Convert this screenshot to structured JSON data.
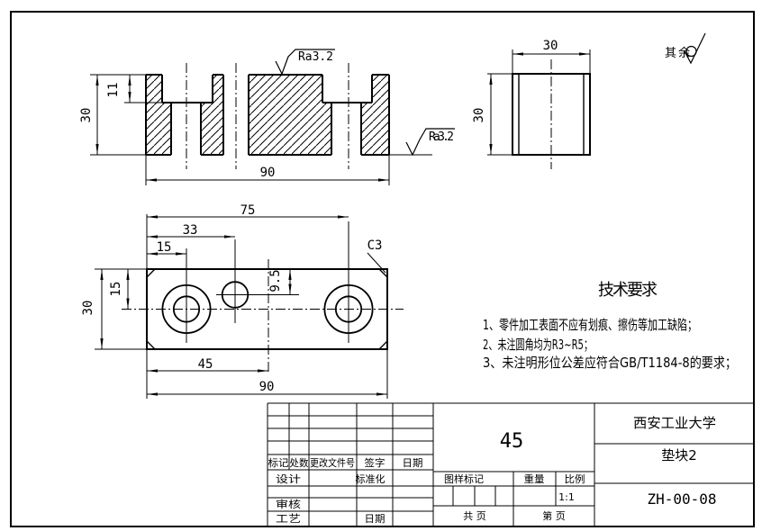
{
  "colors": {
    "ink": "#000000",
    "paper": "#ffffff"
  },
  "surface_note": {
    "prefix": "其余"
  },
  "front_view": {
    "dim_height": "30",
    "dim_counterbore_depth": "11",
    "dim_width": "90",
    "roughness_top": "Ra3.2",
    "roughness_bottom": "Ra3.2"
  },
  "side_view": {
    "dim_width": "30",
    "dim_height": "30"
  },
  "plan_view": {
    "dim_right_hole": "75",
    "dim_small_hole": "33",
    "dim_left_hole": "15",
    "dim_center_offset": "15",
    "dim_height": "30",
    "dim_small_hole_offset": "9.5",
    "dim_mid": "45",
    "dim_width": "90",
    "chamfer": "C3"
  },
  "tech_requirements": {
    "title": "技术要求",
    "items": [
      "1、零件加工表面不应有划痕、擦伤等加工缺陷；",
      "2、未注圆角均为R3~R5；",
      "3、未注明形位公差应符合GB/T1184-8的要求；"
    ]
  },
  "title_block": {
    "rev_headers": {
      "mark": "标记",
      "count": "处数",
      "doc_no": "更改文件号",
      "sign": "签字",
      "date": "日期"
    },
    "design": "设计",
    "standardize": "标准化",
    "check": "审核",
    "process": "工艺",
    "process_date": "日期",
    "material": "45",
    "stamp_label": "图样标记",
    "weight_label": "重量",
    "scale_label": "比例",
    "scale_value": "1:1",
    "total_pages": "共  页",
    "page_no": "第  页",
    "company": "西安工业大学",
    "part_name": "垫块2",
    "drawing_no": "ZH-00-08"
  }
}
